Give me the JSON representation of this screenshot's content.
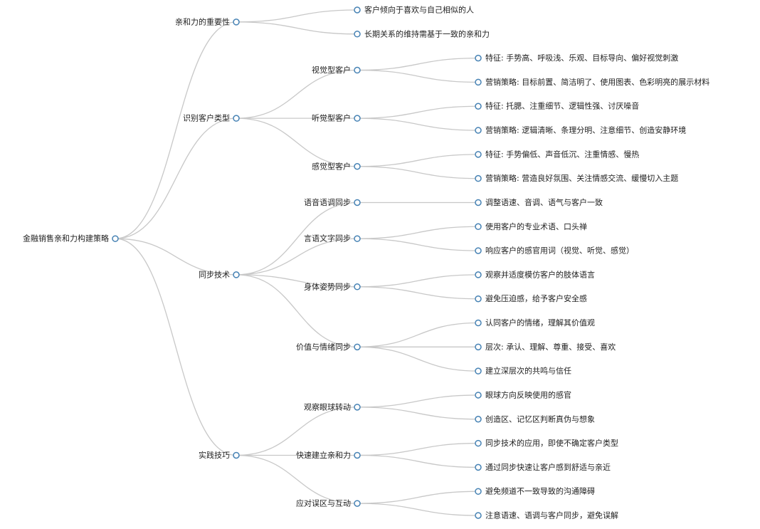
{
  "root": {
    "label": "金融销售亲和力构建策略",
    "children": [
      {
        "label": "亲和力的重要性",
        "children": [
          {
            "label": "客户倾向于喜欢与自己相似的人"
          },
          {
            "label": "长期关系的维持需基于一致的亲和力"
          }
        ]
      },
      {
        "label": "识别客户类型",
        "children": [
          {
            "label": "视觉型客户",
            "children": [
              {
                "label": "特征: 手势高、呼吸浅、乐观、目标导向、偏好视觉刺激"
              },
              {
                "label": "营销策略: 目标前置、简洁明了、使用图表、色彩明亮的展示材料"
              }
            ]
          },
          {
            "label": "听觉型客户",
            "children": [
              {
                "label": "特征: 托腮、注重细节、逻辑性强、讨厌噪音"
              },
              {
                "label": "营销策略: 逻辑清晰、条理分明、注意细节、创造安静环境"
              }
            ]
          },
          {
            "label": "感觉型客户",
            "children": [
              {
                "label": "特征: 手势偏低、声音低沉、注重情感、慢热"
              },
              {
                "label": "营销策略: 营造良好氛围、关注情感交流、缓慢切入主题"
              }
            ]
          }
        ]
      },
      {
        "label": "同步技术",
        "children": [
          {
            "label": "语音语调同步",
            "children": [
              {
                "label": "调整语速、音调、语气与客户一致"
              }
            ]
          },
          {
            "label": "言语文字同步",
            "children": [
              {
                "label": "使用客户的专业术语、口头禅"
              },
              {
                "label": "响应客户的感官用词（视觉、听觉、感觉）"
              }
            ]
          },
          {
            "label": "身体姿势同步",
            "children": [
              {
                "label": "观察并适度模仿客户的肢体语言"
              },
              {
                "label": "避免压迫感，给予客户安全感"
              }
            ]
          },
          {
            "label": "价值与情绪同步",
            "children": [
              {
                "label": "认同客户的情绪，理解其价值观"
              },
              {
                "label": "层次: 承认、理解、尊重、接受、喜欢"
              },
              {
                "label": "建立深层次的共鸣与信任"
              }
            ]
          }
        ]
      },
      {
        "label": "实践技巧",
        "children": [
          {
            "label": "观察眼球转动",
            "children": [
              {
                "label": "眼球方向反映使用的感官"
              },
              {
                "label": "创造区、记忆区判断真伪与想象"
              }
            ]
          },
          {
            "label": "快速建立亲和力",
            "children": [
              {
                "label": "同步技术的应用，即使不确定客户类型"
              },
              {
                "label": "通过同步快速让客户感到舒适与亲近"
              }
            ]
          },
          {
            "label": "应对误区与互动",
            "children": [
              {
                "label": "避免频道不一致导致的沟通障碍"
              },
              {
                "label": "注意语速、语调与客户同步，避免误解"
              }
            ]
          }
        ]
      }
    ]
  }
}
